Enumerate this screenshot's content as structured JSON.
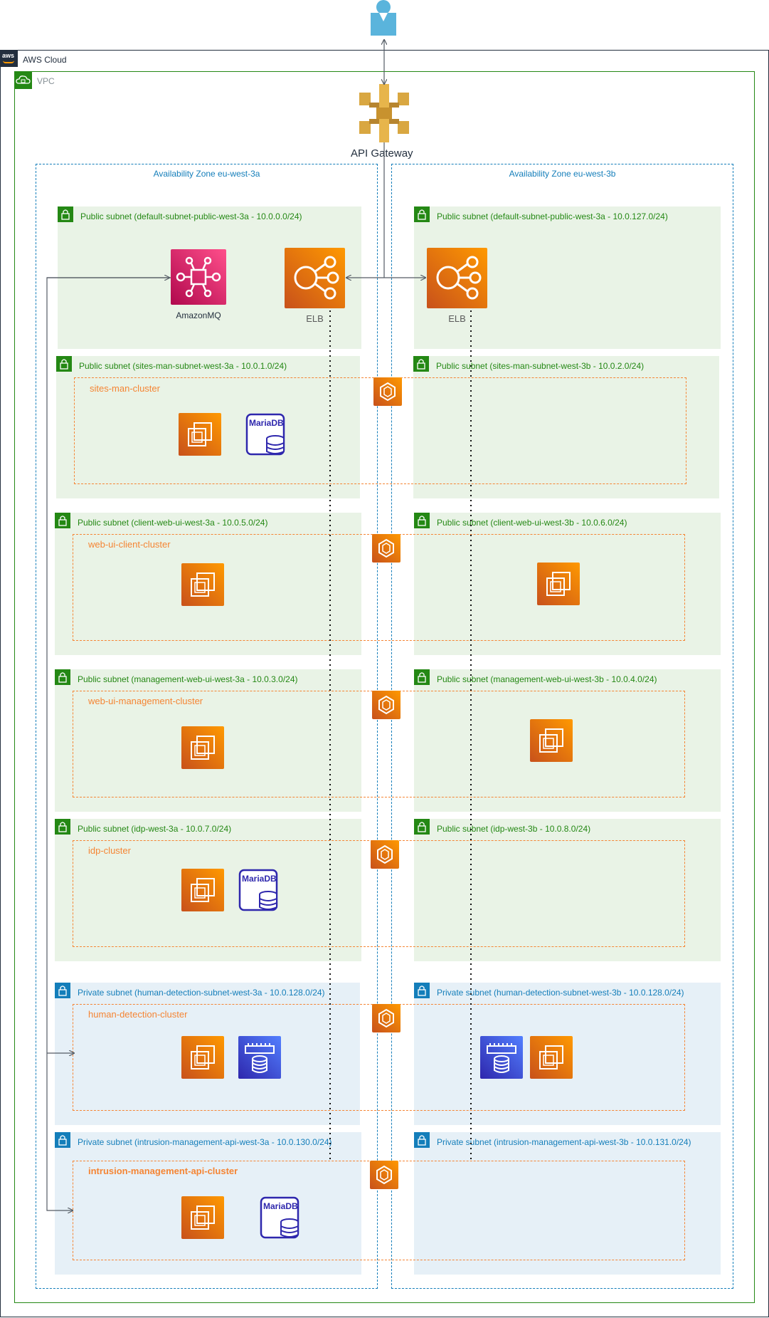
{
  "cloud": {
    "label": "AWS Cloud",
    "logo_text": "aws"
  },
  "vpc": {
    "label": "VPC"
  },
  "gateway": {
    "label": "API Gateway"
  },
  "zones": [
    {
      "label": "Availability Zone eu-west-3a"
    },
    {
      "label": "Availability Zone eu-west-3b"
    }
  ],
  "amazonmq": {
    "label": "AmazonMQ"
  },
  "elb": {
    "left_label": "ELB",
    "right_label": "ELB"
  },
  "subnets": [
    {
      "label": "Public subnet (default-subnet-public-west-3a - 10.0.0.0/24)",
      "type": "public"
    },
    {
      "label": "Public subnet (default-subnet-public-west-3a - 10.0.127.0/24)",
      "type": "public"
    },
    {
      "label": "Public subnet (sites-man-subnet-west-3a - 10.0.1.0/24)",
      "type": "public"
    },
    {
      "label": "Public subnet (sites-man-subnet-west-3b - 10.0.2.0/24)",
      "type": "public"
    },
    {
      "label": "Public subnet (client-web-ui-west-3a - 10.0.5.0/24)",
      "type": "public"
    },
    {
      "label": "Public subnet (client-web-ui-west-3b - 10.0.6.0/24)",
      "type": "public"
    },
    {
      "label": "Public subnet (management-web-ui-west-3a - 10.0.3.0/24)",
      "type": "public"
    },
    {
      "label": "Public subnet (management-web-ui-west-3b - 10.0.4.0/24)",
      "type": "public"
    },
    {
      "label": "Public subnet (idp-west-3a - 10.0.7.0/24)",
      "type": "public"
    },
    {
      "label": "Public subnet (idp-west-3b - 10.0.8.0/24)",
      "type": "public"
    },
    {
      "label": "Private subnet (human-detection-subnet-west-3a - 10.0.128.0/24)",
      "type": "private"
    },
    {
      "label": "Private subnet (human-detection-subnet-west-3b - 10.0.128.0/24)",
      "type": "private"
    },
    {
      "label": "Private subnet (intrusion-management-api-west-3a - 10.0.130.0/24)",
      "type": "private"
    },
    {
      "label": "Private subnet (intrusion-management-api-west-3b - 10.0.131.0/24)",
      "type": "private"
    }
  ],
  "clusters": [
    {
      "label": "sites-man-cluster"
    },
    {
      "label": "web-ui-client-cluster"
    },
    {
      "label": "web-ui-management-cluster"
    },
    {
      "label": "idp-cluster"
    },
    {
      "label": "human-detection-cluster"
    },
    {
      "label": "intrusion-management-api-cluster"
    }
  ],
  "mariadb": {
    "label": "MariaDB"
  },
  "colors": {
    "public_fill": "#e9f3e6",
    "private_fill": "#e6f0f7",
    "vpc_border": "#248814",
    "az_border": "#147eba",
    "cluster_border": "#f58534",
    "compute_orange": "#ff9900",
    "mq_pink": "#ff4f8b",
    "db_blue": "#2e27ad",
    "user_blue": "#5ab4dc"
  }
}
